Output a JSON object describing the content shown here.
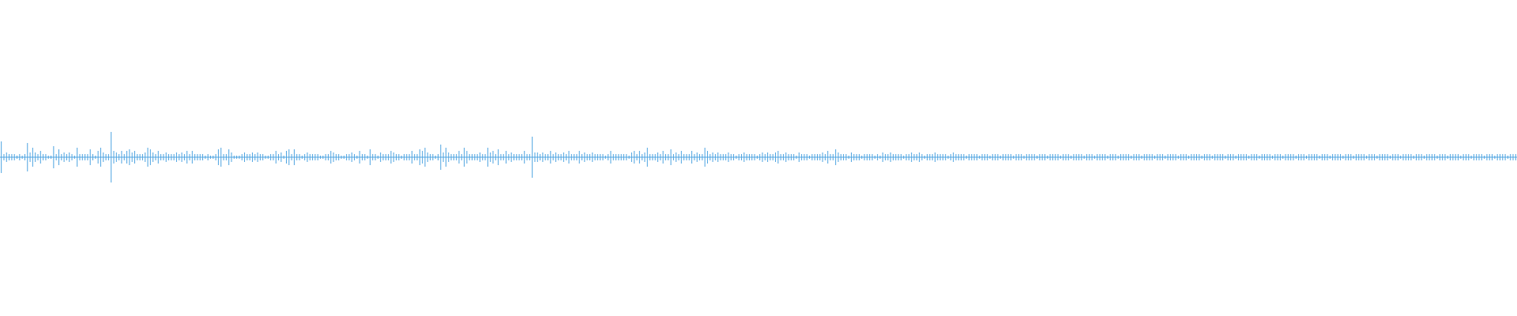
{
  "waveform": {
    "color": "#4da3e0",
    "background": "#ffffff",
    "peaks": [
      0.1,
      0.02,
      0.03,
      0.02,
      0.02,
      0.02,
      0.01,
      0.02,
      0.01,
      0.02,
      0.09,
      0.03,
      0.06,
      0.03,
      0.02,
      0.04,
      0.02,
      0.02,
      0.01,
      0.01,
      0.07,
      0.02,
      0.05,
      0.02,
      0.03,
      0.02,
      0.03,
      0.02,
      0.01,
      0.06,
      0.02,
      0.02,
      0.02,
      0.02,
      0.05,
      0.02,
      0.01,
      0.04,
      0.06,
      0.03,
      0.02,
      0.02,
      0.16,
      0.04,
      0.03,
      0.02,
      0.04,
      0.02,
      0.04,
      0.05,
      0.03,
      0.04,
      0.02,
      0.02,
      0.02,
      0.03,
      0.06,
      0.05,
      0.03,
      0.02,
      0.04,
      0.02,
      0.02,
      0.03,
      0.02,
      0.02,
      0.02,
      0.03,
      0.02,
      0.03,
      0.02,
      0.04,
      0.02,
      0.04,
      0.02,
      0.02,
      0.02,
      0.02,
      0.01,
      0.02,
      0.01,
      0.01,
      0.02,
      0.05,
      0.06,
      0.02,
      0.02,
      0.05,
      0.03,
      0.01,
      0.01,
      0.01,
      0.02,
      0.03,
      0.02,
      0.02,
      0.03,
      0.02,
      0.03,
      0.02,
      0.02,
      0.01,
      0.01,
      0.02,
      0.02,
      0.04,
      0.02,
      0.03,
      0.01,
      0.04,
      0.05,
      0.02,
      0.05,
      0.02,
      0.02,
      0.01,
      0.02,
      0.03,
      0.02,
      0.02,
      0.02,
      0.02,
      0.01,
      0.01,
      0.02,
      0.02,
      0.04,
      0.03,
      0.02,
      0.02,
      0.01,
      0.01,
      0.02,
      0.02,
      0.03,
      0.02,
      0.01,
      0.04,
      0.02,
      0.02,
      0.01,
      0.05,
      0.02,
      0.02,
      0.01,
      0.03,
      0.02,
      0.02,
      0.02,
      0.04,
      0.03,
      0.02,
      0.02,
      0.01,
      0.02,
      0.02,
      0.02,
      0.04,
      0.02,
      0.02,
      0.05,
      0.04,
      0.06,
      0.03,
      0.02,
      0.02,
      0.01,
      0.02,
      0.08,
      0.03,
      0.06,
      0.03,
      0.02,
      0.02,
      0.02,
      0.04,
      0.02,
      0.06,
      0.04,
      0.02,
      0.02,
      0.02,
      0.02,
      0.03,
      0.02,
      0.02,
      0.06,
      0.03,
      0.04,
      0.02,
      0.05,
      0.02,
      0.02,
      0.04,
      0.02,
      0.03,
      0.02,
      0.02,
      0.02,
      0.02,
      0.04,
      0.02,
      0.02,
      0.13,
      0.03,
      0.03,
      0.02,
      0.03,
      0.02,
      0.02,
      0.04,
      0.02,
      0.03,
      0.02,
      0.02,
      0.03,
      0.02,
      0.04,
      0.02,
      0.02,
      0.02,
      0.04,
      0.02,
      0.03,
      0.02,
      0.02,
      0.03,
      0.02,
      0.02,
      0.02,
      0.02,
      0.01,
      0.02,
      0.04,
      0.02,
      0.02,
      0.02,
      0.02,
      0.02,
      0.02,
      0.01,
      0.03,
      0.04,
      0.02,
      0.04,
      0.02,
      0.03,
      0.06,
      0.02,
      0.02,
      0.02,
      0.03,
      0.02,
      0.04,
      0.02,
      0.02,
      0.05,
      0.02,
      0.03,
      0.02,
      0.04,
      0.02,
      0.02,
      0.02,
      0.04,
      0.02,
      0.03,
      0.02,
      0.02,
      0.06,
      0.04,
      0.02,
      0.03,
      0.02,
      0.03,
      0.02,
      0.02,
      0.02,
      0.03,
      0.02,
      0.02,
      0.01,
      0.02,
      0.02,
      0.03,
      0.02,
      0.02,
      0.02,
      0.02,
      0.01,
      0.02,
      0.03,
      0.02,
      0.03,
      0.02,
      0.02,
      0.03,
      0.04,
      0.02,
      0.02,
      0.03,
      0.02,
      0.02,
      0.02,
      0.01,
      0.03,
      0.02,
      0.02,
      0.02,
      0.01,
      0.02,
      0.02,
      0.02,
      0.02,
      0.03,
      0.02,
      0.04,
      0.02,
      0.02,
      0.05,
      0.03,
      0.02,
      0.02,
      0.02,
      0.01,
      0.03,
      0.02,
      0.02,
      0.02,
      0.01,
      0.02,
      0.02,
      0.02,
      0.02,
      0.01,
      0.02,
      0.01,
      0.03,
      0.02,
      0.02,
      0.03,
      0.02,
      0.02,
      0.02,
      0.02,
      0.01,
      0.02,
      0.02,
      0.03,
      0.02,
      0.02,
      0.03,
      0.02,
      0.01,
      0.02,
      0.02,
      0.02,
      0.03,
      0.02,
      0.02,
      0.02,
      0.02,
      0.01,
      0.02,
      0.03,
      0.02,
      0.02,
      0.02,
      0.02,
      0.01,
      0.02,
      0.02,
      0.02,
      0.02,
      0.01,
      0.02,
      0.02,
      0.02,
      0.01,
      0.02,
      0.02,
      0.02,
      0.01,
      0.02,
      0.02,
      0.02,
      0.02,
      0.01,
      0.02,
      0.02,
      0.02,
      0.01,
      0.02,
      0.02,
      0.02,
      0.02,
      0.01,
      0.02,
      0.02,
      0.02,
      0.01,
      0.02,
      0.02,
      0.02,
      0.02,
      0.01,
      0.02,
      0.02,
      0.02,
      0.01,
      0.02,
      0.02,
      0.02,
      0.02,
      0.01,
      0.02,
      0.02,
      0.02,
      0.01,
      0.02,
      0.02,
      0.02,
      0.02,
      0.01,
      0.02,
      0.02,
      0.02,
      0.01,
      0.02,
      0.02,
      0.02,
      0.02,
      0.01,
      0.02,
      0.02,
      0.02,
      0.01,
      0.02,
      0.02,
      0.02,
      0.02,
      0.01,
      0.02,
      0.02,
      0.02,
      0.01,
      0.02,
      0.02,
      0.02,
      0.02,
      0.01,
      0.02,
      0.02,
      0.02,
      0.01,
      0.02,
      0.02,
      0.02,
      0.02,
      0.01,
      0.02,
      0.02,
      0.02,
      0.01,
      0.02,
      0.02,
      0.02,
      0.02,
      0.01,
      0.02,
      0.02,
      0.02,
      0.01,
      0.02,
      0.02,
      0.02,
      0.02,
      0.01,
      0.02,
      0.02,
      0.02,
      0.01,
      0.02,
      0.02,
      0.02,
      0.02,
      0.01,
      0.02,
      0.02,
      0.02,
      0.01,
      0.02,
      0.02,
      0.02,
      0.02,
      0.01,
      0.02,
      0.02,
      0.02,
      0.01,
      0.02,
      0.02,
      0.02,
      0.02,
      0.01,
      0.02,
      0.02,
      0.02,
      0.01,
      0.02,
      0.02,
      0.02,
      0.02,
      0.01,
      0.02,
      0.02,
      0.02,
      0.01,
      0.02,
      0.02,
      0.02,
      0.02,
      0.01,
      0.02,
      0.02,
      0.02,
      0.01,
      0.02,
      0.02,
      0.02,
      0.02,
      0.01,
      0.02,
      0.02,
      0.02,
      0.01,
      0.02,
      0.02,
      0.02,
      0.02,
      0.01,
      0.02,
      0.02,
      0.02,
      0.01,
      0.02,
      0.02,
      0.02,
      0.02,
      0.01,
      0.02,
      0.02,
      0.02,
      0.01,
      0.02,
      0.02,
      0.02,
      0.02,
      0.01,
      0.02,
      0.02,
      0.02,
      0.01,
      0.02,
      0.02,
      0.02,
      0.02,
      0.01,
      0.02,
      0.02,
      0.02,
      0.01,
      0.02,
      0.02,
      0.02,
      0.02,
      0.01,
      0.02,
      0.02,
      0.02
    ]
  }
}
